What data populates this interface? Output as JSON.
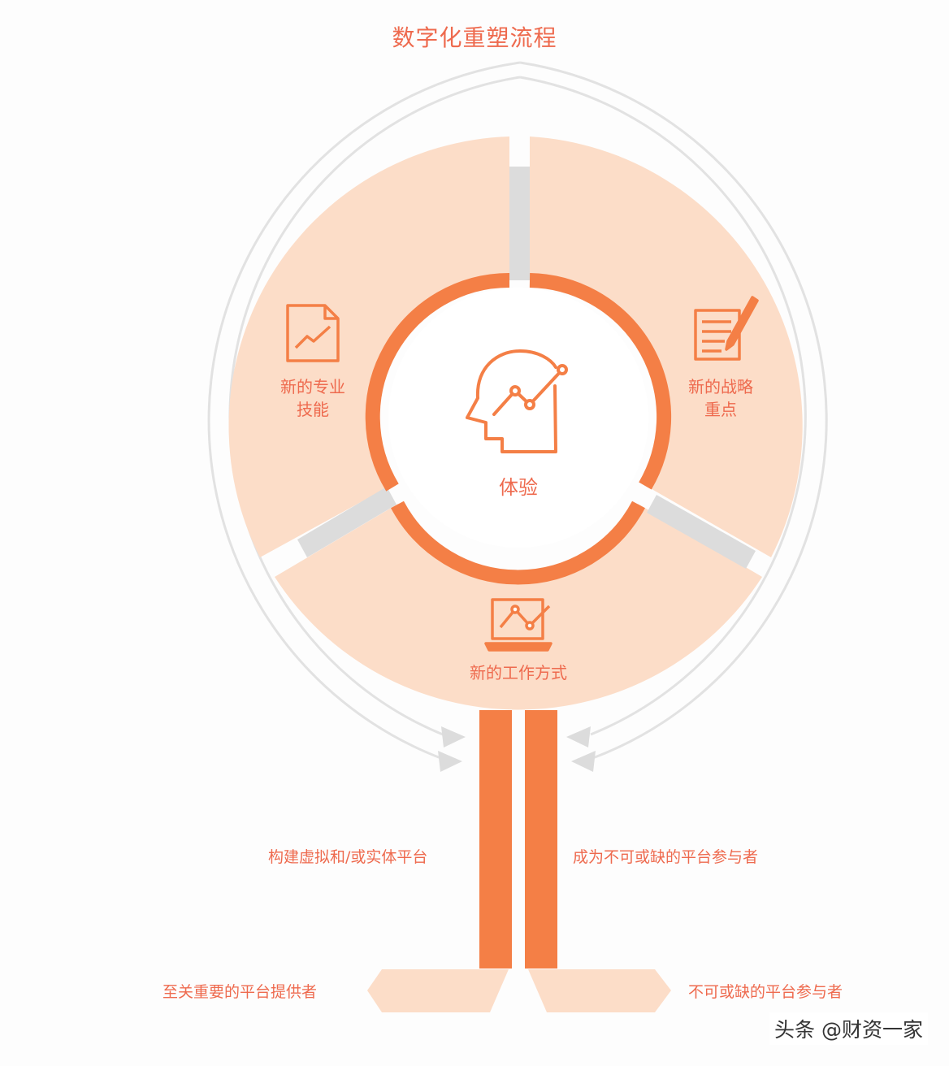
{
  "title": "数字化重塑流程",
  "center": {
    "label": "体验",
    "icon": "head-analytics-icon"
  },
  "segments": [
    {
      "label_line1": "新的专业",
      "label_line2": "技能",
      "icon": "document-chart-icon"
    },
    {
      "label_line1": "新的战略",
      "label_line2": "重点",
      "icon": "notepad-pen-icon"
    },
    {
      "label_line1": "新的工作方式",
      "icon": "laptop-chart-icon"
    }
  ],
  "legs": {
    "left_mid": "构建虚拟和/或实体平台",
    "right_mid": "成为不可或缺的平台参与者",
    "left_bottom": "至关重要的平台提供者",
    "right_bottom": "不可或缺的平台参与者"
  },
  "watermark": "头条 @财资一家",
  "colors": {
    "accent": "#f47f46",
    "segment_fill": "#fcddc8",
    "divider": "#dcdcdc",
    "text": "#ee6a4e"
  }
}
